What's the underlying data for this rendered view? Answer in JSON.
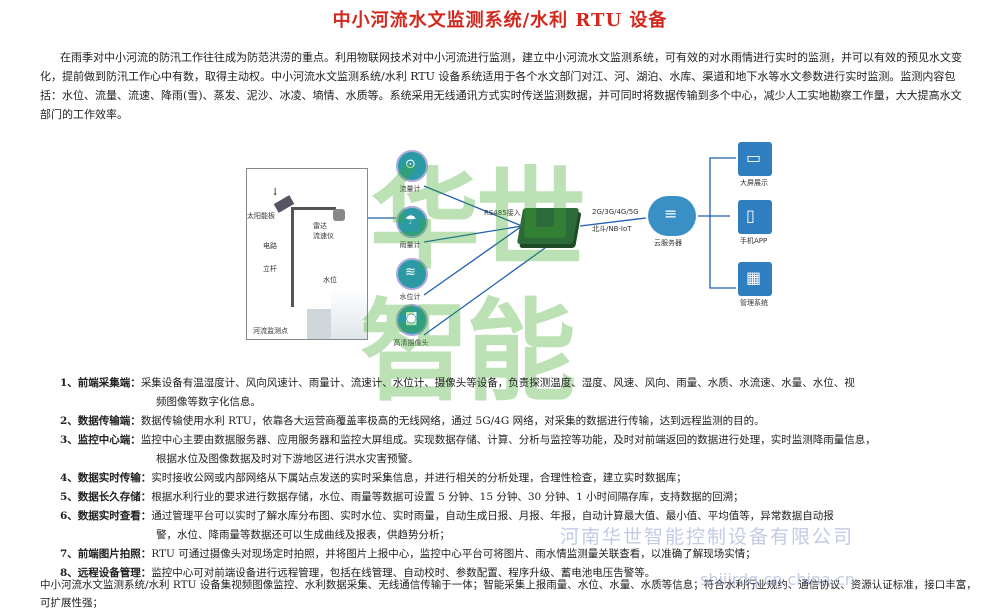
{
  "title": "中小河流水文监测系统/水利 RTU 设备",
  "intro": "在雨季对中小河流的防汛工作往往成为防范洪涝的重点。利用物联网技术对中小河流进行监测，建立中小河流水文监测系统，可有效的对水雨情进行实时的监测，并可以有效的预见水文变化，提前做到防汛工作心中有数，取得主动权。中小河流水文监测系统/水利 RTU 设备系统适用于各个水文部门对江、河、湖泊、水库、渠道和地下水等水文参数进行实时监测。监测内容包括：水位、流量、流速、降雨(雪)、蒸发、泥沙、冰凌、墒情、水质等。系统采用无线通讯方式实时传送监测数据，并可同时将数据传输到多个中心，减少人工实地勘察工作量，大大提高水文部门的工作效率。",
  "diagram": {
    "site_labels": {
      "solar": "太阳能板",
      "radar": "雷达\n流速仪",
      "circuit": "电路",
      "pole": "立杆",
      "water": "水位",
      "site": "河流监测点"
    },
    "sensors": [
      {
        "label": "流量计",
        "icon": "⊙"
      },
      {
        "label": "雨量计",
        "icon": "☂"
      },
      {
        "label": "水位计",
        "icon": "≋"
      },
      {
        "label": "高清摄像头",
        "icon": "◙"
      }
    ],
    "rs485": "RS485接入",
    "network": "2G/3G/4G/5G",
    "network2": "北斗/NB-IoT",
    "cloud": "云服务器",
    "outputs": [
      {
        "label": "大屏展示",
        "icon": "▭"
      },
      {
        "label": "手机APP",
        "icon": "▯"
      },
      {
        "label": "管理系统",
        "icon": "▦"
      }
    ]
  },
  "watermark": {
    "line1": "华世",
    "line2": "智能",
    "company": "河南华世智能控制设备有限公司",
    "url": "shiijrdq.cn.china.cn"
  },
  "items": [
    {
      "head": "1、前端采集端：",
      "text": "采集设备有温湿度计、风向风速计、雨量计、流速计、水位计、摄像头等设备，负责探测温度、湿度、风速、风向、雨量、水质、水流速、水量、水位、视",
      "cont": "频图像等数字化信息。"
    },
    {
      "head": "2、数据传输端：",
      "text": "数据传输使用水利 RTU，依靠各大运营商覆盖率极高的无线网络，通过 5G/4G 网络，对采集的数据进行传输，达到远程监测的目的。",
      "cont": ""
    },
    {
      "head": "3、监控中心端：",
      "text": "监控中心主要由数据服务器、应用服务器和监控大屏组成。实现数据存储、计算、分析与监控等功能，及时对前端返回的数据进行处理，实时监测降雨量信息，",
      "cont": "根据水位及图像数据及时对下游地区进行洪水灾害预警。"
    },
    {
      "head": "4、数据实时传输：",
      "text": "实时接收公网或内部网络从下属站点发送的实时采集信息，并进行相关的分析处理，合理性检查，建立实时数据库；",
      "cont": ""
    },
    {
      "head": "5、数据长久存储：",
      "text": "根据水利行业的要求进行数据存储，水位、雨量等数据可设置 5 分钟、15 分钟、30 分钟、1 小时间隔存库，支持数据的回溯；",
      "cont": ""
    },
    {
      "head": "6、数据实时查看：",
      "text": "通过管理平台可以实时了解水库分布图、实时水位、实时雨量，自动生成日报、月报、年报，自动计算最大值、最小值、平均值等，异常数据自动报",
      "cont": "警，水位、降雨量等数据还可以生成曲线及报表，供趋势分析；"
    },
    {
      "head": "7、前端图片拍照：",
      "text": "RTU 可通过摄像头对现场定时拍照，并将图片上报中心，监控中心平台可将图片、雨水情监测量关联查看，以准确了解现场实情；",
      "cont": ""
    },
    {
      "head": "8、远程设备管理：",
      "text": "监控中心可对前端设备进行远程管理，包括在线管理、自动校时、参数配置、程序升级、蓄电池电压告警等。",
      "cont": ""
    }
  ],
  "footer": "中小河流水文监测系统/水利 RTU 设备集视频图像监控、水利数据采集、无线通信传输于一体；智能采集上报雨量、水位、水量、水质等信息；符合水利行业规约、通信协议、资源认证标准，接口丰富，可扩展性强；"
}
